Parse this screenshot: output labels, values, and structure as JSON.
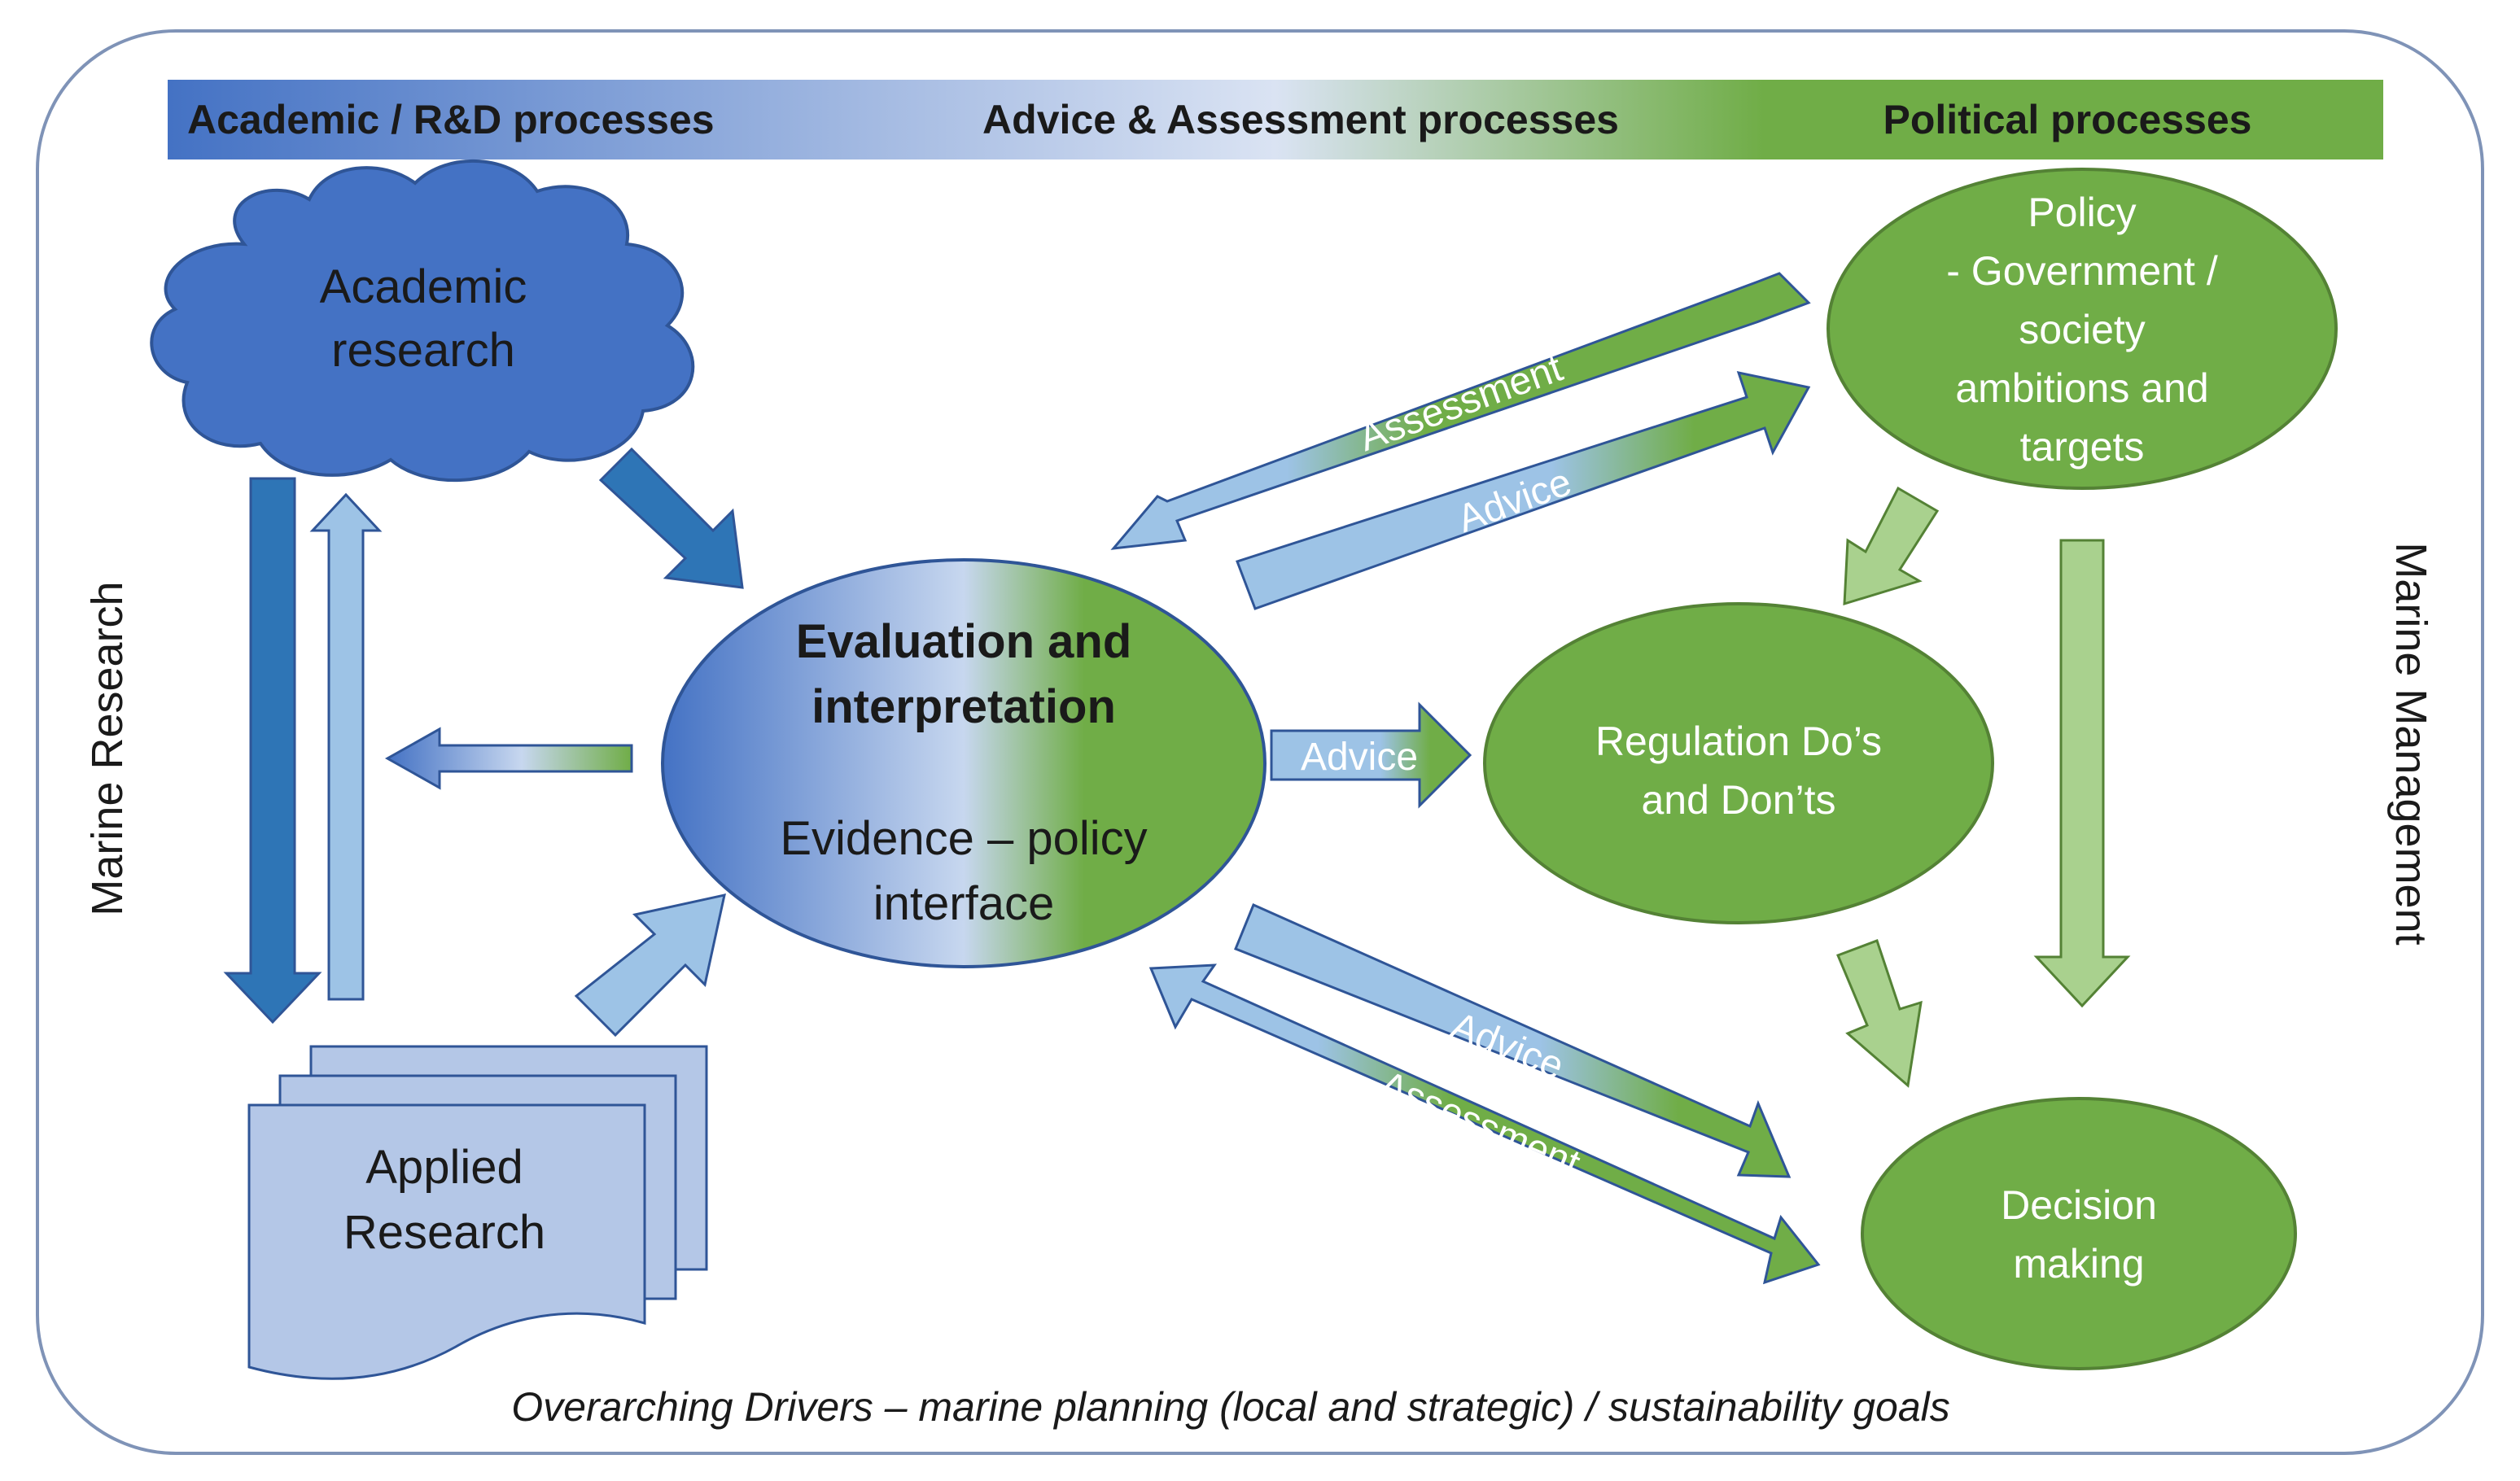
{
  "header": {
    "left": "Academic / R&D processes",
    "center": "Advice & Assessment processes",
    "right": "Political processes"
  },
  "nodes": {
    "academic_research": [
      "Academic",
      "research"
    ],
    "applied_research": [
      "Applied",
      "Research"
    ],
    "evaluation": [
      "Evaluation and",
      "interpretation"
    ],
    "evaluation_sub": [
      "Evidence – policy",
      "interface"
    ],
    "policy": [
      "Policy",
      "- Government /",
      "society",
      "ambitions and",
      "targets"
    ],
    "regulation": [
      "Regulation Do’s",
      "and Don’ts"
    ],
    "decision": [
      "Decision",
      "making"
    ]
  },
  "arrow_labels": {
    "assessment_upper": "Assessment",
    "advice_upper": "Advice",
    "advice_middle": "Advice",
    "advice_lower": "Advice",
    "assessment_lower": "Assessment"
  },
  "side_labels": {
    "left": "Marine Research",
    "right": "Marine Management"
  },
  "footer": "Overarching Drivers – marine planning (local and strategic) / sustainability goals",
  "colors": {
    "dark_blue": "#4472c4",
    "mid_blue": "#2e75b6",
    "light_blue": "#9dc3e6",
    "pale_blue": "#b4c7e7",
    "green": "#70ad47",
    "pale_green": "#a9d18e",
    "frame": "#7f93b7"
  }
}
